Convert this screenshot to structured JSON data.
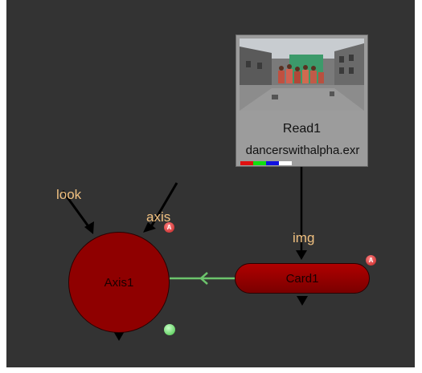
{
  "read_node": {
    "title": "Read1",
    "filename": "dancerswithalpha.exr",
    "channel_colors": [
      "#e01010",
      "#10e010",
      "#1010e0",
      "#ffffff"
    ],
    "thumbnail_icon": "street-dancers-thumbnail"
  },
  "card_node": {
    "title": "Card1",
    "badge": "A"
  },
  "axis_node": {
    "title": "Axis1",
    "badge": "A"
  },
  "inputs": {
    "img": "img",
    "look": "look",
    "axis": "axis"
  },
  "colors": {
    "background": "#333333",
    "node_red": "#8f0000",
    "wire_green": "#6cc46c",
    "label_orange": "#f0c080"
  }
}
